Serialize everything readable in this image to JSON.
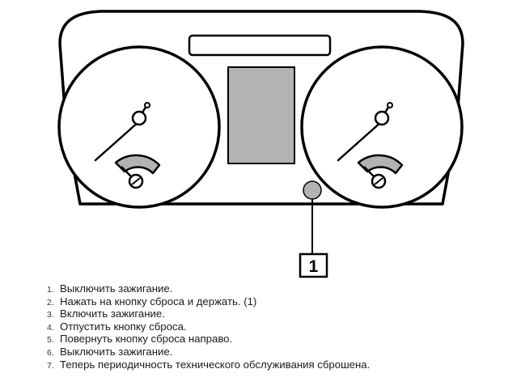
{
  "diagram": {
    "callout_number": "1",
    "line_color": "#000000",
    "display_fill": "#b3b3b3",
    "button_fill": "#b3b3b3"
  },
  "steps": [
    {
      "num": "1.",
      "text": "Выключить зажигание."
    },
    {
      "num": "2.",
      "text": "Нажать на кнопку сброса и держать. (1)"
    },
    {
      "num": "3.",
      "text": "Включить зажигание."
    },
    {
      "num": "4.",
      "text": "Отпустить кнопку сброса."
    },
    {
      "num": "5.",
      "text": "Повернуть кнопку сброса направо."
    },
    {
      "num": "6.",
      "text": "Выключить зажигание."
    },
    {
      "num": "7.",
      "text": "Теперь периодичность технического обслуживания сброшена."
    }
  ]
}
